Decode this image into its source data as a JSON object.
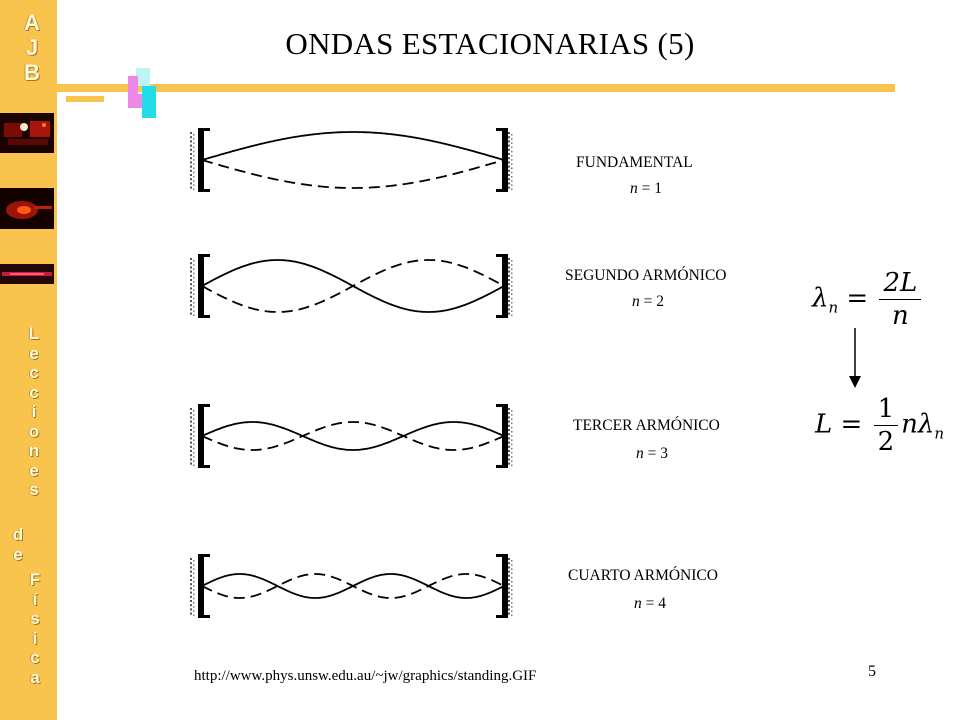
{
  "sidebar": {
    "letters_top": [
      "A",
      "J",
      "B"
    ],
    "word_lecciones": [
      "L",
      "e",
      "c",
      "c",
      "i",
      "o",
      "n",
      "e",
      "s"
    ],
    "word_de": [
      "d",
      "e"
    ],
    "word_fisica": [
      "F",
      "í",
      "s",
      "i",
      "c",
      "a"
    ]
  },
  "title": "ONDAS ESTACIONARIAS (5)",
  "modes": [
    {
      "label": "FUNDAMENTAL",
      "n_symbol": "n",
      "n_rest": " = 1",
      "n": 1
    },
    {
      "label": "SEGUNDO ARMÓNICO",
      "n_symbol": "n",
      "n_rest": " = 2",
      "n": 2
    },
    {
      "label": "TERCER ARMÓNICO",
      "n_symbol": "n",
      "n_rest": " = 3",
      "n": 3
    },
    {
      "label": "CUARTO ARMÓNICO",
      "n_symbol": "n",
      "n_rest": " = 4",
      "n": 4
    }
  ],
  "formula1": {
    "lhs": "λ",
    "sub": "n",
    "eq": "=",
    "num": "2L",
    "den": "n"
  },
  "formula2": {
    "lhs": "L",
    "eq": "=",
    "num": "1",
    "den": "2",
    "rest": "nλ",
    "sub": "n"
  },
  "source_url": "http://www.phys.unsw.edu.au/~jw/graphics/standing.GIF",
  "page_number": "5",
  "colors": {
    "sidebar": "#f8c44e",
    "accent_pink": "#ee88e8",
    "accent_cyan": "#22dde8"
  }
}
